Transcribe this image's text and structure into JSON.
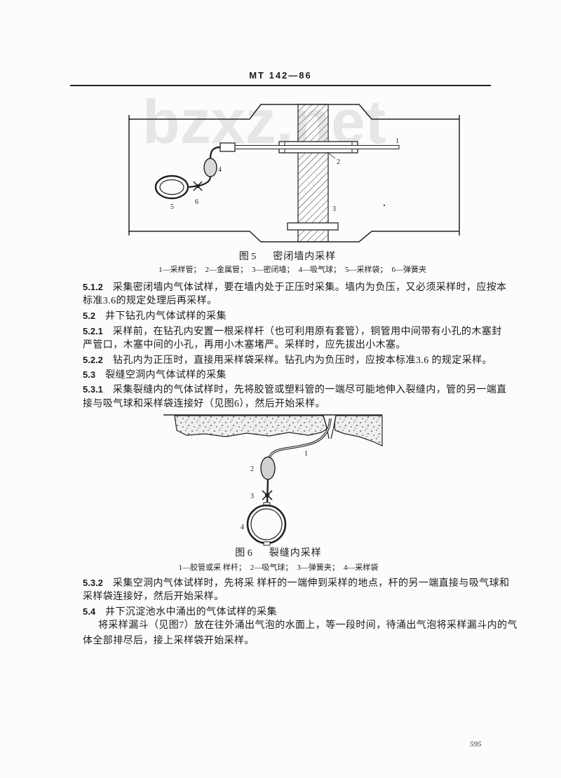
{
  "header": {
    "doc_code": "MT 142—86"
  },
  "watermark": "bzxz.net",
  "figure5": {
    "labels": {
      "l1": "1",
      "l2": "2",
      "l3": "3",
      "l4": "4",
      "l5": "5",
      "l6": "6"
    },
    "number_label": "图 5",
    "title": "密闭墙内采样",
    "legend": [
      "1—采样管；",
      "2—金属管；",
      "3—密闭墙；",
      "4—吸气球；",
      "5—采样袋；",
      "6—弹簧夹"
    ]
  },
  "clauses": [
    {
      "num": "5.1.2",
      "lines": [
        "采集密闭墙内气体试样，要在墙内处于正压时采集。墙内为负压，又必须采样时，应按本",
        "标准3.6的规定处理后再采样。"
      ]
    },
    {
      "num": "5.2",
      "heading": "井下钻孔内气体试样的采集"
    },
    {
      "num": "5.2.1",
      "lines": [
        "采样前，在钻孔内安置一根采样杆（也可利用原有套管），铜管用中间带有小孔的木塞封",
        "严管口，木塞中间的小孔，再用小木塞堵严。采样时，应先拔出小木塞。"
      ]
    },
    {
      "num": "5.2.2",
      "lines": [
        "钻孔内为正压时，直接用采样袋采样。钻孔内为负压时，应按本标准3.6 的规定采样。"
      ]
    },
    {
      "num": "5.3",
      "heading": "裂缝空洞内气体试样的采集"
    },
    {
      "num": "5.3.1",
      "lines": [
        "采集裂缝内的气体试样时，先将胶管或塑料管的一端尽可能地伸入裂缝内，管的另一端直",
        "接与吸气球和采样袋连接好（见图6），然后开始采样。"
      ]
    },
    {
      "num": "5.3.2",
      "lines": [
        "采集空洞内气体试样时，先将采 样杆的一端伸到采样的地点，杆的另一端直接与吸气球和",
        "采样袋连接好，然后开始采样。"
      ]
    },
    {
      "num": "5.4",
      "heading": "井下沉淀池水中涌出的气体试样的采集"
    },
    {
      "lines": [
        "将采样漏斗（见图7）放在往外涌出气泡的水面上，等一段时间，待涌出气泡将采样漏斗内的气",
        "体全部排尽后，接上采样袋开始采样。"
      ]
    }
  ],
  "figure6": {
    "labels": {
      "l1": "1",
      "l2": "2",
      "l3": "3",
      "l4": "4"
    },
    "number_label": "图 6",
    "title": "裂缝内采样",
    "legend": [
      "1—胶管或采 样杆；",
      "2—吸气球；",
      "3—弹簧夹；",
      "4—采样袋"
    ]
  },
  "page_number": "595"
}
